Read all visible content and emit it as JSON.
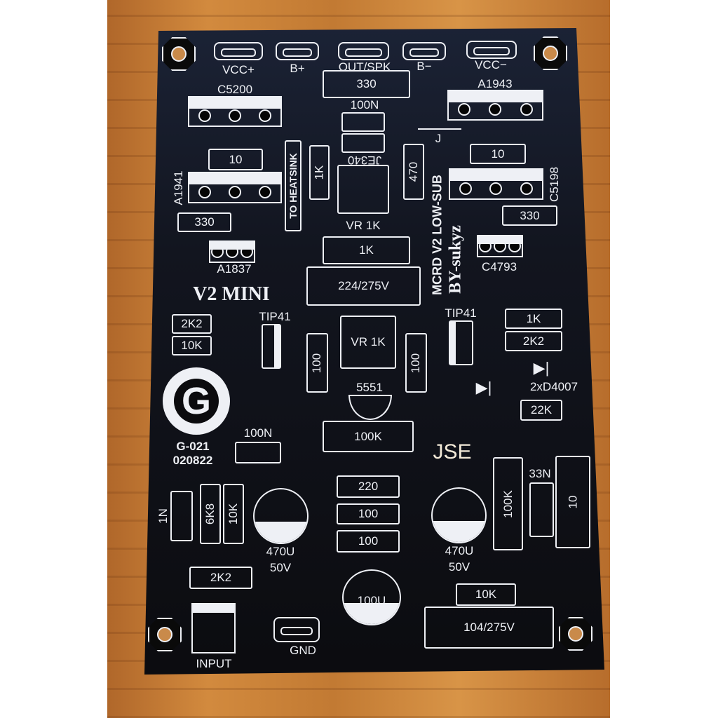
{
  "pads": [
    "VCC+",
    "B+",
    "OUT/SPK",
    "B−",
    "VCC−",
    "GND"
  ],
  "transistors": {
    "c5200": "C5200",
    "a1943": "A1943",
    "a1941": "A1941",
    "c5198": "C5198",
    "a1837": "A1837",
    "c4793": "C4793",
    "tip41_left": "TIP41",
    "tip41_right": "TIP41",
    "je340": "JE340",
    "q5551": "5551"
  },
  "resistors": {
    "top_330": "330",
    "left_10": "10",
    "right_10": "10",
    "left_330": "330",
    "right_330": "330",
    "vert_1k": "1K",
    "vert_470": "470",
    "mid_1k": "1K",
    "left_2k2": "2K2",
    "left_10k": "10K",
    "right_1k": "1K",
    "right_2k2": "2K2",
    "vert_100_a": "100",
    "vert_100_b": "100",
    "r_22k": "22K",
    "r_100k": "100K",
    "r_220": "220",
    "r_100_a": "100",
    "r_100_b": "100",
    "vert_6k8": "6K8",
    "vert_10k": "10K",
    "vert_100k": "100K",
    "vert_10": "10",
    "bottom_2k2": "2K2",
    "bottom_10k": "10K"
  },
  "capacitors": {
    "c_100n_top": "100N",
    "c_224": "224/275V",
    "c_100n_left": "100N",
    "c_1n": "1N",
    "c_33n": "33N",
    "c_470u_left": "470U",
    "c_470u_left_v": "50V",
    "c_470u_right": "470U",
    "c_470u_right_v": "50V",
    "c_100u": "100U",
    "c_104": "104/275V"
  },
  "misc": {
    "to_heatsink": "TO HEATSINK",
    "vr_top": "VR 1K",
    "vr_mid": "VR 1K",
    "jumper": "J",
    "diodes": "2xD4007",
    "input": "INPUT",
    "title_v2": "V2 MINI",
    "mcrd": "MCRD V2 LOW-SUB",
    "author": "BY-sukyz",
    "logo_code": "G-021",
    "logo_date": "020822",
    "logo_letter": "G",
    "jse": "JSE"
  },
  "colors": {
    "board": "#0b0b0e",
    "silkscreen": "#eef0f5",
    "wood": "#c27a33"
  }
}
